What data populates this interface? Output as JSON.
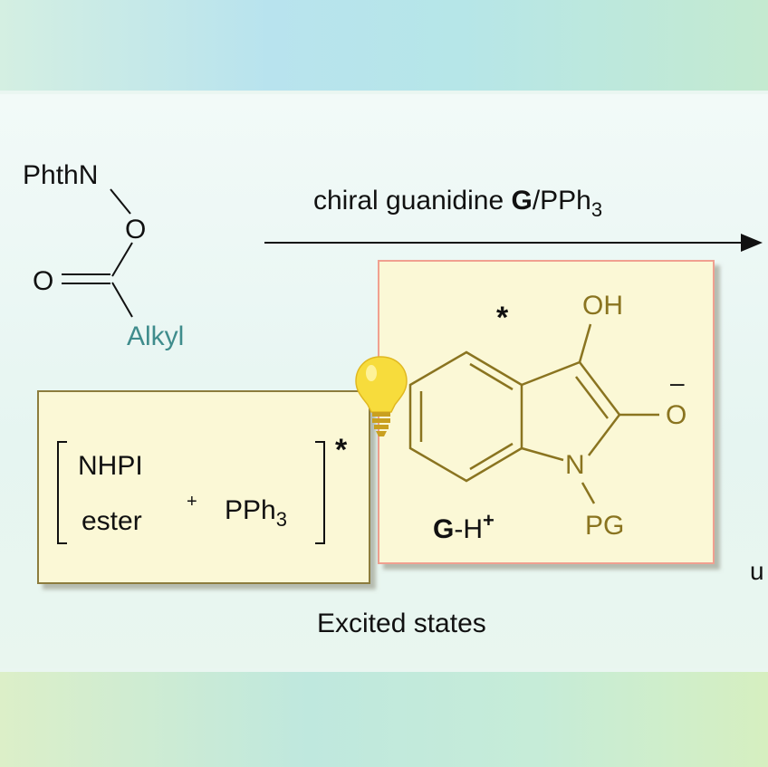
{
  "reactant": {
    "group": "PhthN",
    "oxygen_bridge": "O",
    "carbonyl_oxygen": "O",
    "alkyl": "Alkyl"
  },
  "arrow": {
    "reagent_prefix": "chiral guanidine ",
    "reagent_bold": "G",
    "reagent_suffix": "/PPh",
    "reagent_subscript": "3"
  },
  "left_box": {
    "line1": "NHPI",
    "line2": "ester",
    "plus": "+",
    "pph": "PPh",
    "pph_subscript": "3",
    "star": "*"
  },
  "right_box": {
    "star": "*",
    "oh": "OH",
    "oxide": "O",
    "charge": "–",
    "nitrogen": "N",
    "pg": "PG",
    "g_bold": "G",
    "g_suffix": "-H",
    "g_charge": "+"
  },
  "caption": "Excited states",
  "edge_text": "u",
  "colors": {
    "alkyl_teal": "#3f8c8c",
    "indole_olive": "#8a7420",
    "box_fill": "#fbf8d6",
    "right_border": "#f0a090",
    "bulb": "#f7dc3c"
  }
}
